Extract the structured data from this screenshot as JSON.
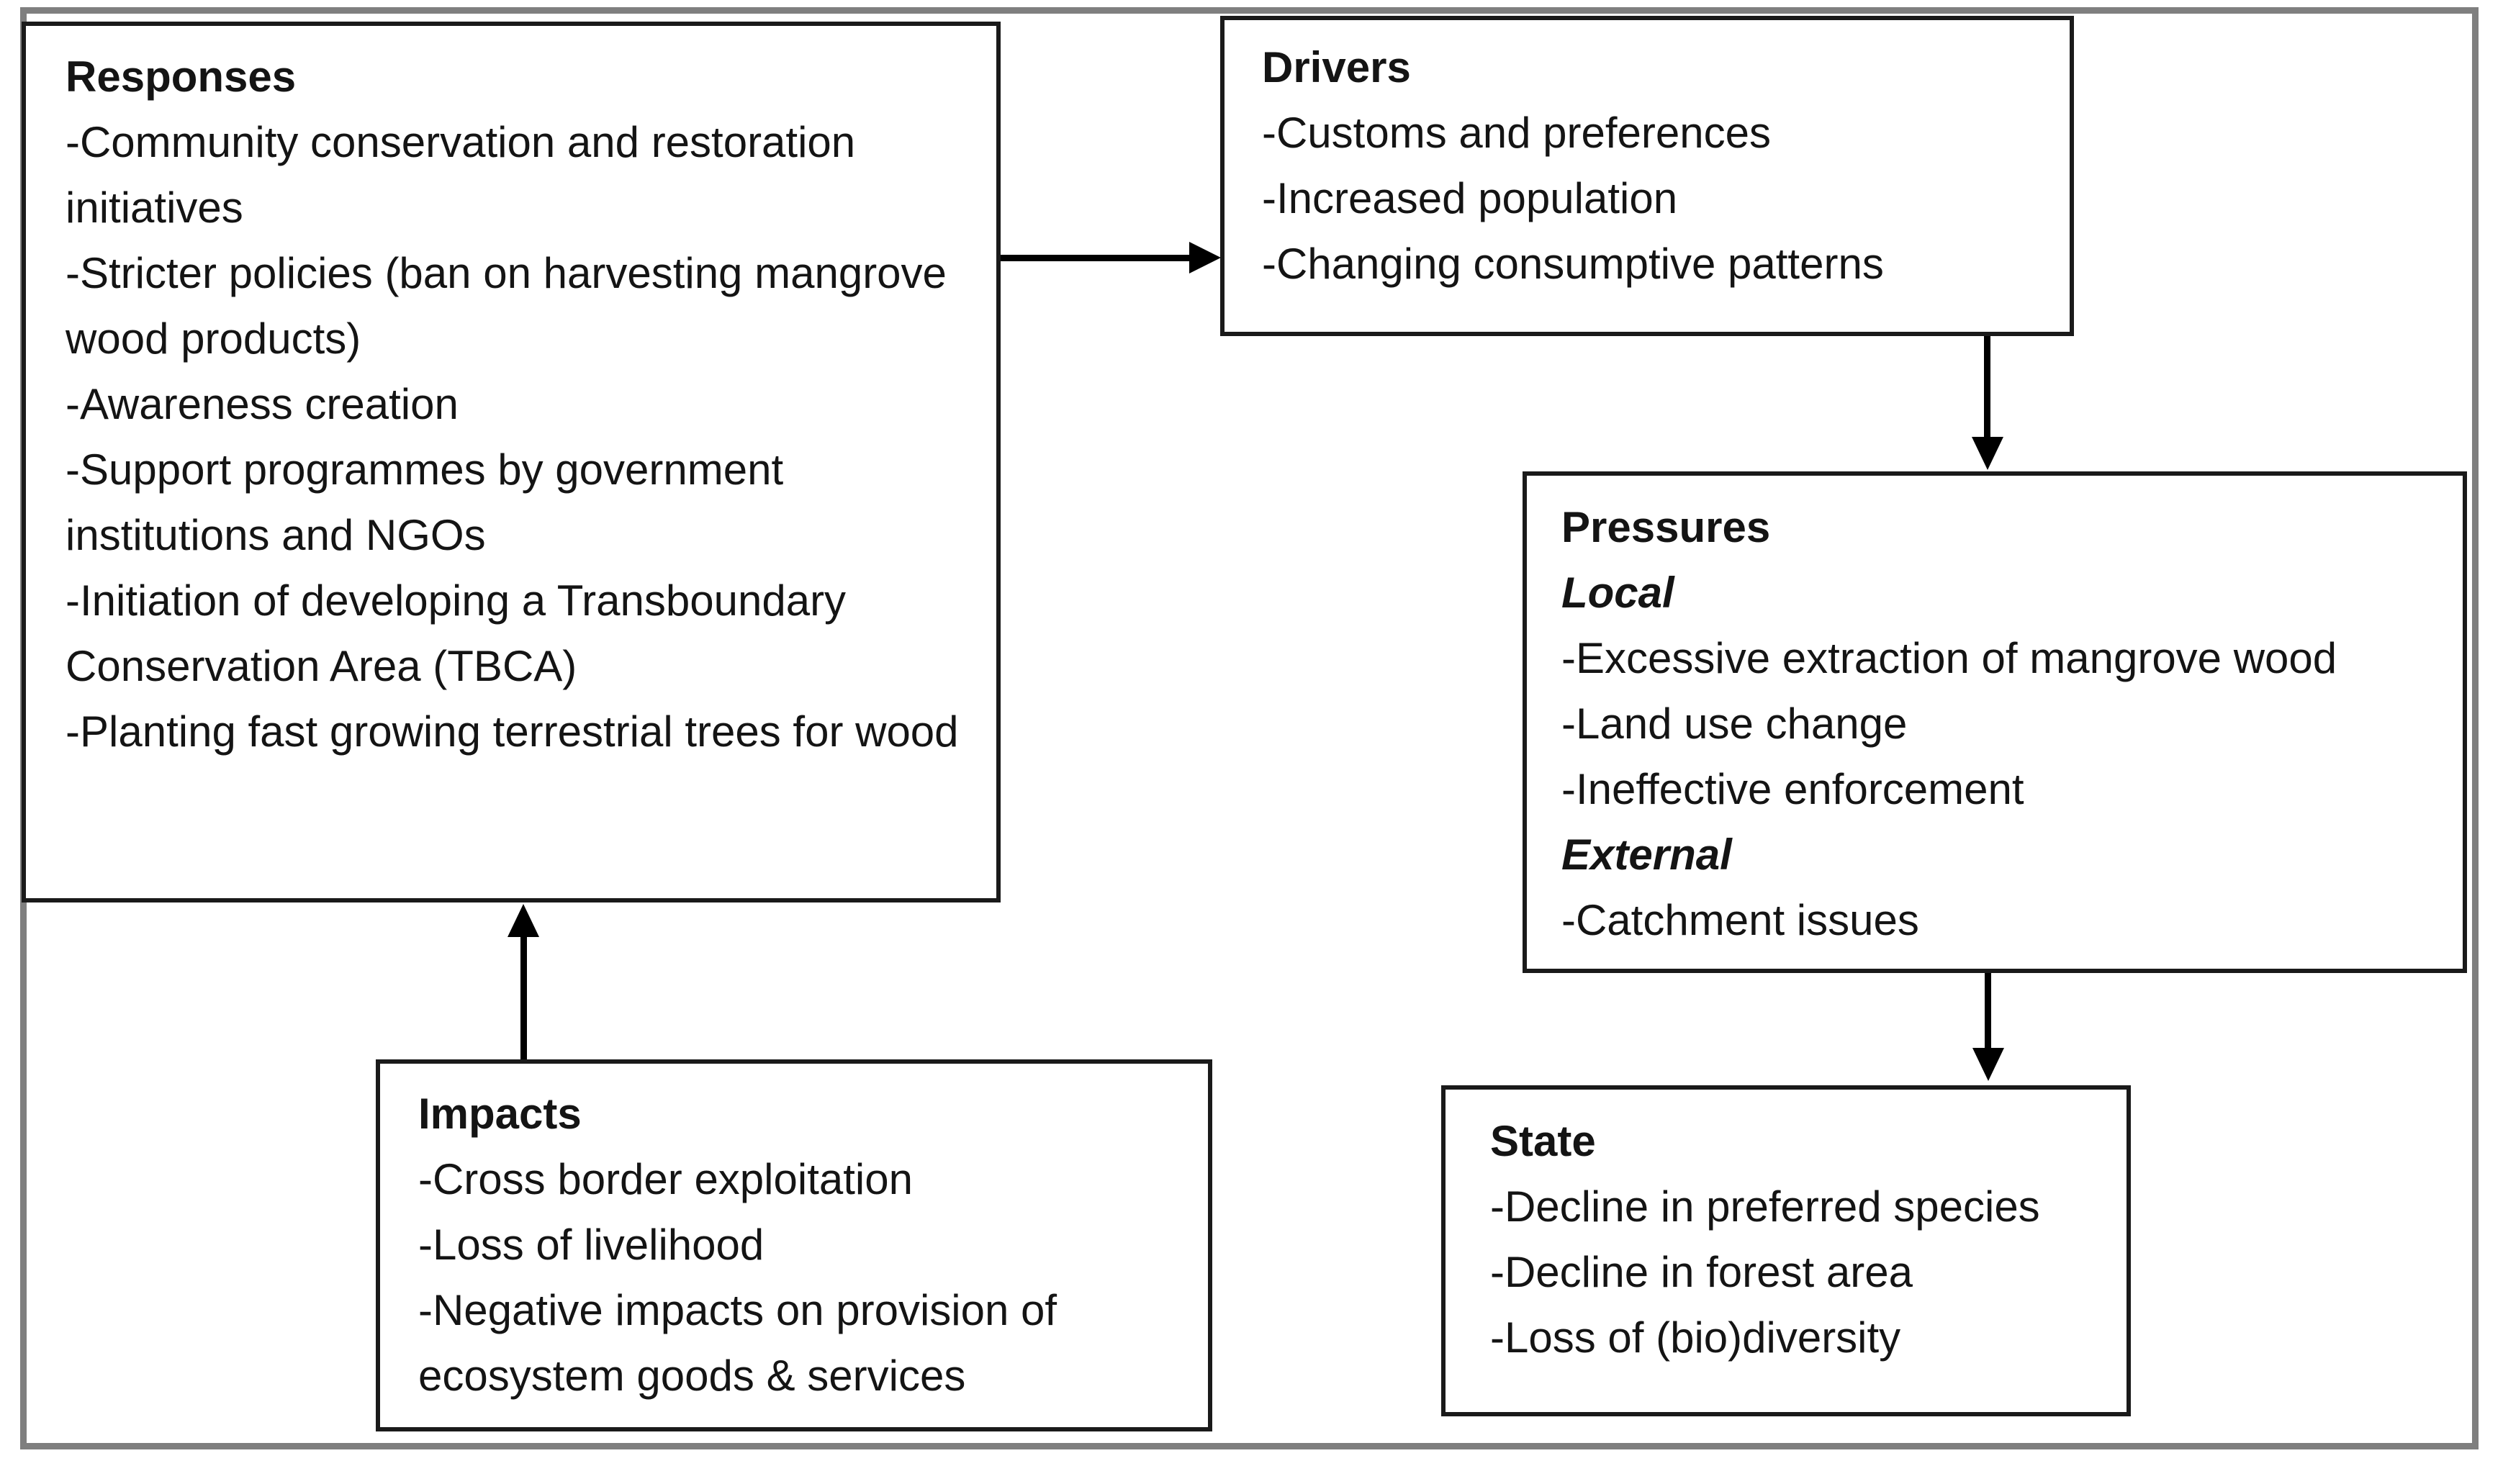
{
  "diagram": {
    "type": "flow-diagram",
    "framework": "DPSIR",
    "colors": {
      "background": "#ffffff",
      "box_border": "#1a1a1a",
      "frame_border": "#7f7f7f",
      "text": "#141414",
      "arrow": "#000000"
    },
    "boxes": {
      "responses": {
        "title": "Responses",
        "items": [
          "-Community conservation and restoration initiatives",
          "-Stricter policies (ban on harvesting mangrove wood products)",
          "-Awareness creation",
          "-Support programmes by government institutions and NGOs",
          "-Initiation of developing a Transboundary Conservation Area (TBCA)",
          "-Planting fast growing terrestrial trees for wood"
        ]
      },
      "drivers": {
        "title": "Drivers",
        "items": [
          "-Customs and preferences",
          "-Increased population",
          "-Changing consumptive patterns"
        ]
      },
      "pressures": {
        "title": "Pressures",
        "sections": [
          {
            "label": "Local",
            "items": [
              "-Excessive extraction of mangrove wood",
              "-Land use change",
              "-Ineffective enforcement"
            ]
          },
          {
            "label": "External",
            "items": [
              "-Catchment issues"
            ]
          }
        ]
      },
      "state": {
        "title": "State",
        "items": [
          "-Decline in preferred species",
          "-Decline in forest area",
          "-Loss of (bio)diversity"
        ]
      },
      "impacts": {
        "title": "Impacts",
        "items": [
          "-Cross border exploitation",
          "-Loss of livelihood",
          "-Negative impacts on provision of ecosystem goods & services"
        ]
      }
    },
    "connections": [
      {
        "from": "Responses",
        "to": "Drivers"
      },
      {
        "from": "Drivers",
        "to": "Pressures"
      },
      {
        "from": "Pressures",
        "to": "State"
      },
      {
        "from": "Impacts",
        "to": "Responses"
      }
    ]
  }
}
